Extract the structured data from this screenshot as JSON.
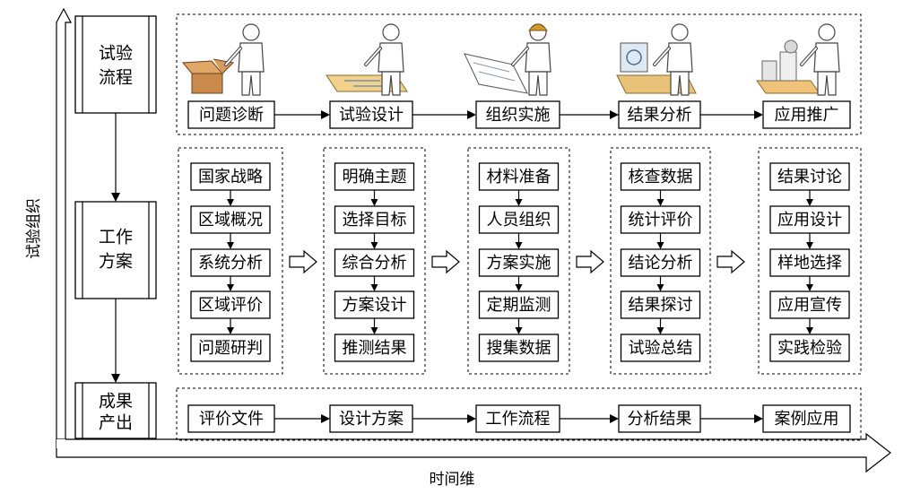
{
  "axes": {
    "vertical_label": "试验组织",
    "horizontal_label": "时间维"
  },
  "rows": [
    {
      "label_line1": "试验",
      "label_line2": "流程"
    },
    {
      "label_line1": "工作",
      "label_line2": "方案"
    },
    {
      "label_line1": "成果",
      "label_line2": "产出"
    }
  ],
  "process_steps": [
    "问题诊断",
    "试验设计",
    "组织实施",
    "结果分析",
    "应用推广"
  ],
  "step_illustrations": [
    "person-with-open-box-icon",
    "person-at-drafting-table-icon",
    "engineer-with-blueprint-icon",
    "person-analyzing-at-monitor-icon",
    "person-with-factory-model-icon"
  ],
  "work_columns": [
    [
      "国家战略",
      "区域概况",
      "系统分析",
      "区域评价",
      "问题研判"
    ],
    [
      "明确主题",
      "选择目标",
      "综合分析",
      "方案设计",
      "推测结果"
    ],
    [
      "材料准备",
      "人员组织",
      "方案实施",
      "定期监测",
      "搜集数据"
    ],
    [
      "核查数据",
      "统计评价",
      "结论分析",
      "结果探讨",
      "试验总结"
    ],
    [
      "结果讨论",
      "应用设计",
      "样地选择",
      "应用宣传",
      "实践检验"
    ]
  ],
  "outputs": [
    "评价文件",
    "设计方案",
    "工作流程",
    "分析结果",
    "案例应用"
  ]
}
